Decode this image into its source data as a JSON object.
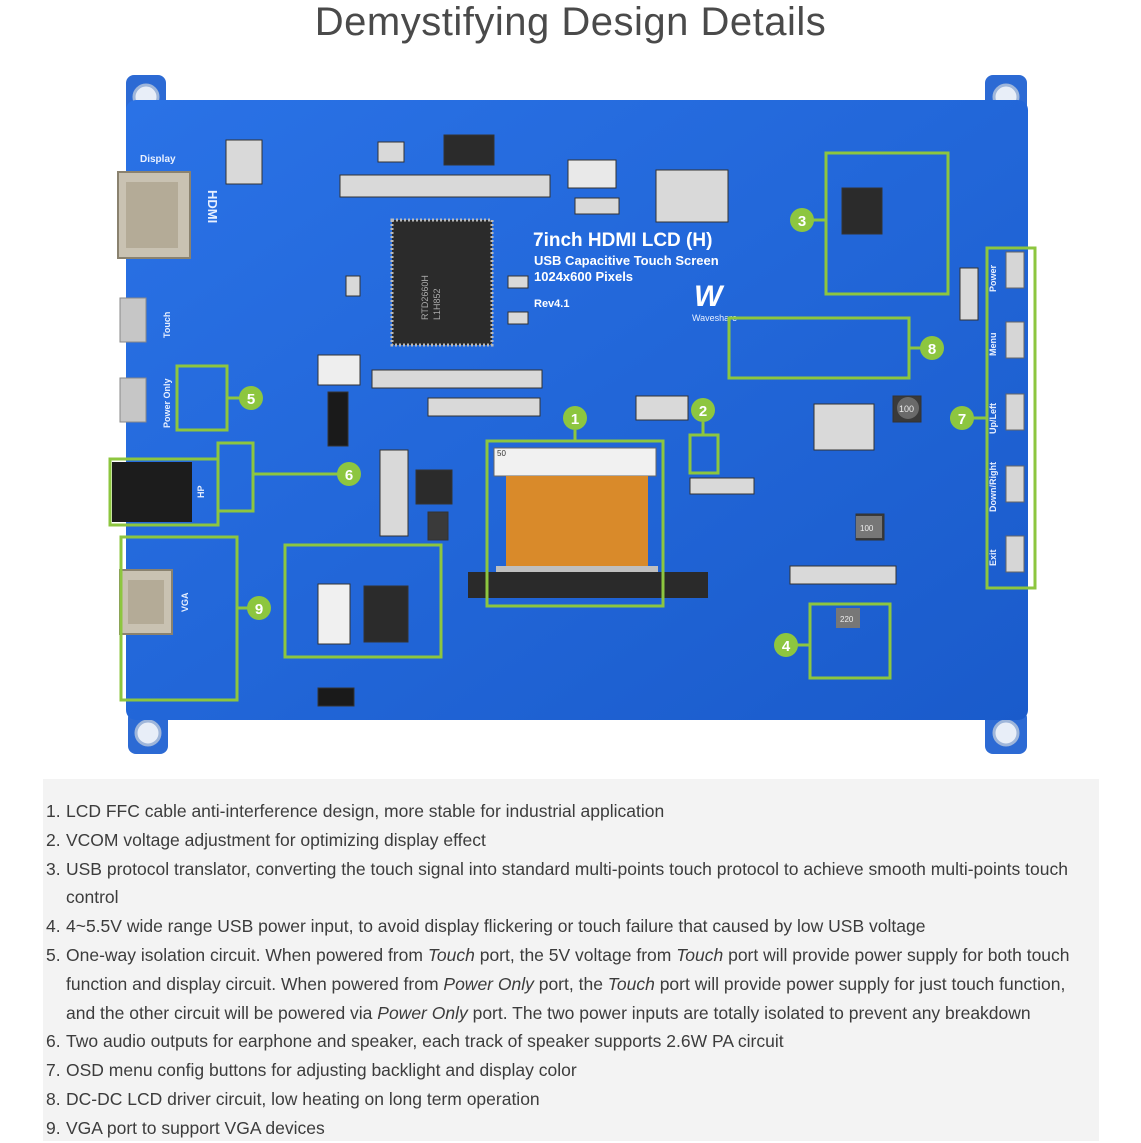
{
  "title": "Demystifying Design Details",
  "board": {
    "silk_display": "Display",
    "silk_hdmi": "HDMI",
    "silk_touch": "Touch",
    "silk_power_only": "Power Only",
    "silk_hp": "HP",
    "silk_vga": "VGA",
    "product_name": "7inch HDMI LCD (H)",
    "subtitle": "USB Capacitive Touch Screen",
    "resolution": "1024x600 Pixels",
    "revision": "Rev4.1",
    "brand": "Waveshare",
    "chip_text_1": "RTD2660H",
    "chip_text_2": "L1H852",
    "ic_100_a": "100",
    "ic_100_b": "100",
    "ic_220": "220",
    "ffc_label": "50",
    "btn_power": "Power",
    "btn_menu": "Menu",
    "btn_upleft": "Up/Left",
    "btn_downright": "Down/Right",
    "btn_exit": "Exit",
    "callouts": [
      "1",
      "2",
      "3",
      "4",
      "5",
      "6",
      "7",
      "8",
      "9"
    ]
  },
  "colors": {
    "board": "#1e64d8",
    "board_dark": "#1550b5",
    "callout": "#8dc63f",
    "ffc": "#d98a2a"
  },
  "items": [
    {
      "num": "1.",
      "text": "LCD FFC cable anti-interference design, more stable for industrial application"
    },
    {
      "num": "2.",
      "text": "VCOM voltage adjustment for optimizing display effect"
    },
    {
      "num": "3.",
      "text": "USB protocol translator, converting the touch signal into standard multi-points touch protocol to achieve smooth multi-points touch control"
    },
    {
      "num": "4.",
      "text": "4~5.5V wide range USB power input, to avoid display flickering or touch failure that caused by low USB voltage"
    },
    {
      "num": "5.",
      "parts": [
        "One-way isolation circuit. When powered from ",
        "Touch",
        " port, the 5V voltage from ",
        "Touch",
        " port will provide power supply for both touch function and display circuit. When powered from ",
        "Power Only",
        " port, the ",
        "Touch",
        " port will provide power supply for just touch function, and the other circuit will be powered via ",
        "Power Only",
        " port. The two power inputs are totally isolated to prevent any breakdown"
      ]
    },
    {
      "num": "6.",
      "text": "Two audio outputs for earphone and speaker, each track of speaker supports 2.6W PA circuit"
    },
    {
      "num": "7.",
      "text": "OSD menu config buttons for adjusting backlight and display color"
    },
    {
      "num": "8.",
      "text": "DC-DC LCD driver circuit, low heating on long term operation"
    },
    {
      "num": "9.",
      "text": "VGA port to support VGA devices"
    }
  ]
}
